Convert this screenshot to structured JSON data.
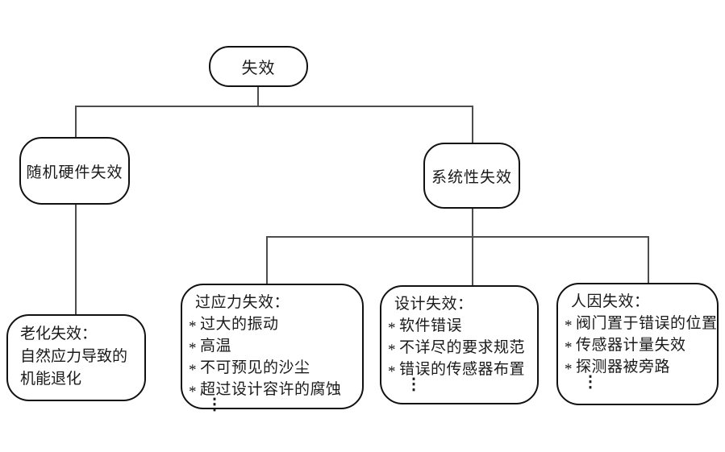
{
  "title": "失效分类树状图",
  "bullet": "*",
  "colors": {
    "border": "#111111",
    "connector": "#4d4d4d",
    "text": "#1a1a1a",
    "background": "#ffffff"
  },
  "nodes": {
    "root": {
      "label": "失效"
    },
    "random_hardware": {
      "label": "随机硬件失效"
    },
    "systematic": {
      "label": "系统性失效"
    },
    "aging": {
      "line1": "老化失效：",
      "line2": "自然应力导致的",
      "line3": "机能退化"
    },
    "overstress": {
      "title": "过应力失效：",
      "items": [
        "过大的振动",
        "高温",
        "不可预见的沙尘",
        "超过设计容许的腐蚀"
      ],
      "more": "⋮"
    },
    "design": {
      "title": "设计失效：",
      "items": [
        "软件错误",
        "不详尽的要求规范",
        "错误的传感器布置"
      ],
      "more": "⋮"
    },
    "human": {
      "title": "人因失效：",
      "items": [
        "阀门置于错误的位置",
        "传感器计量失效",
        "探测器被旁路"
      ],
      "more": "⋮"
    }
  }
}
